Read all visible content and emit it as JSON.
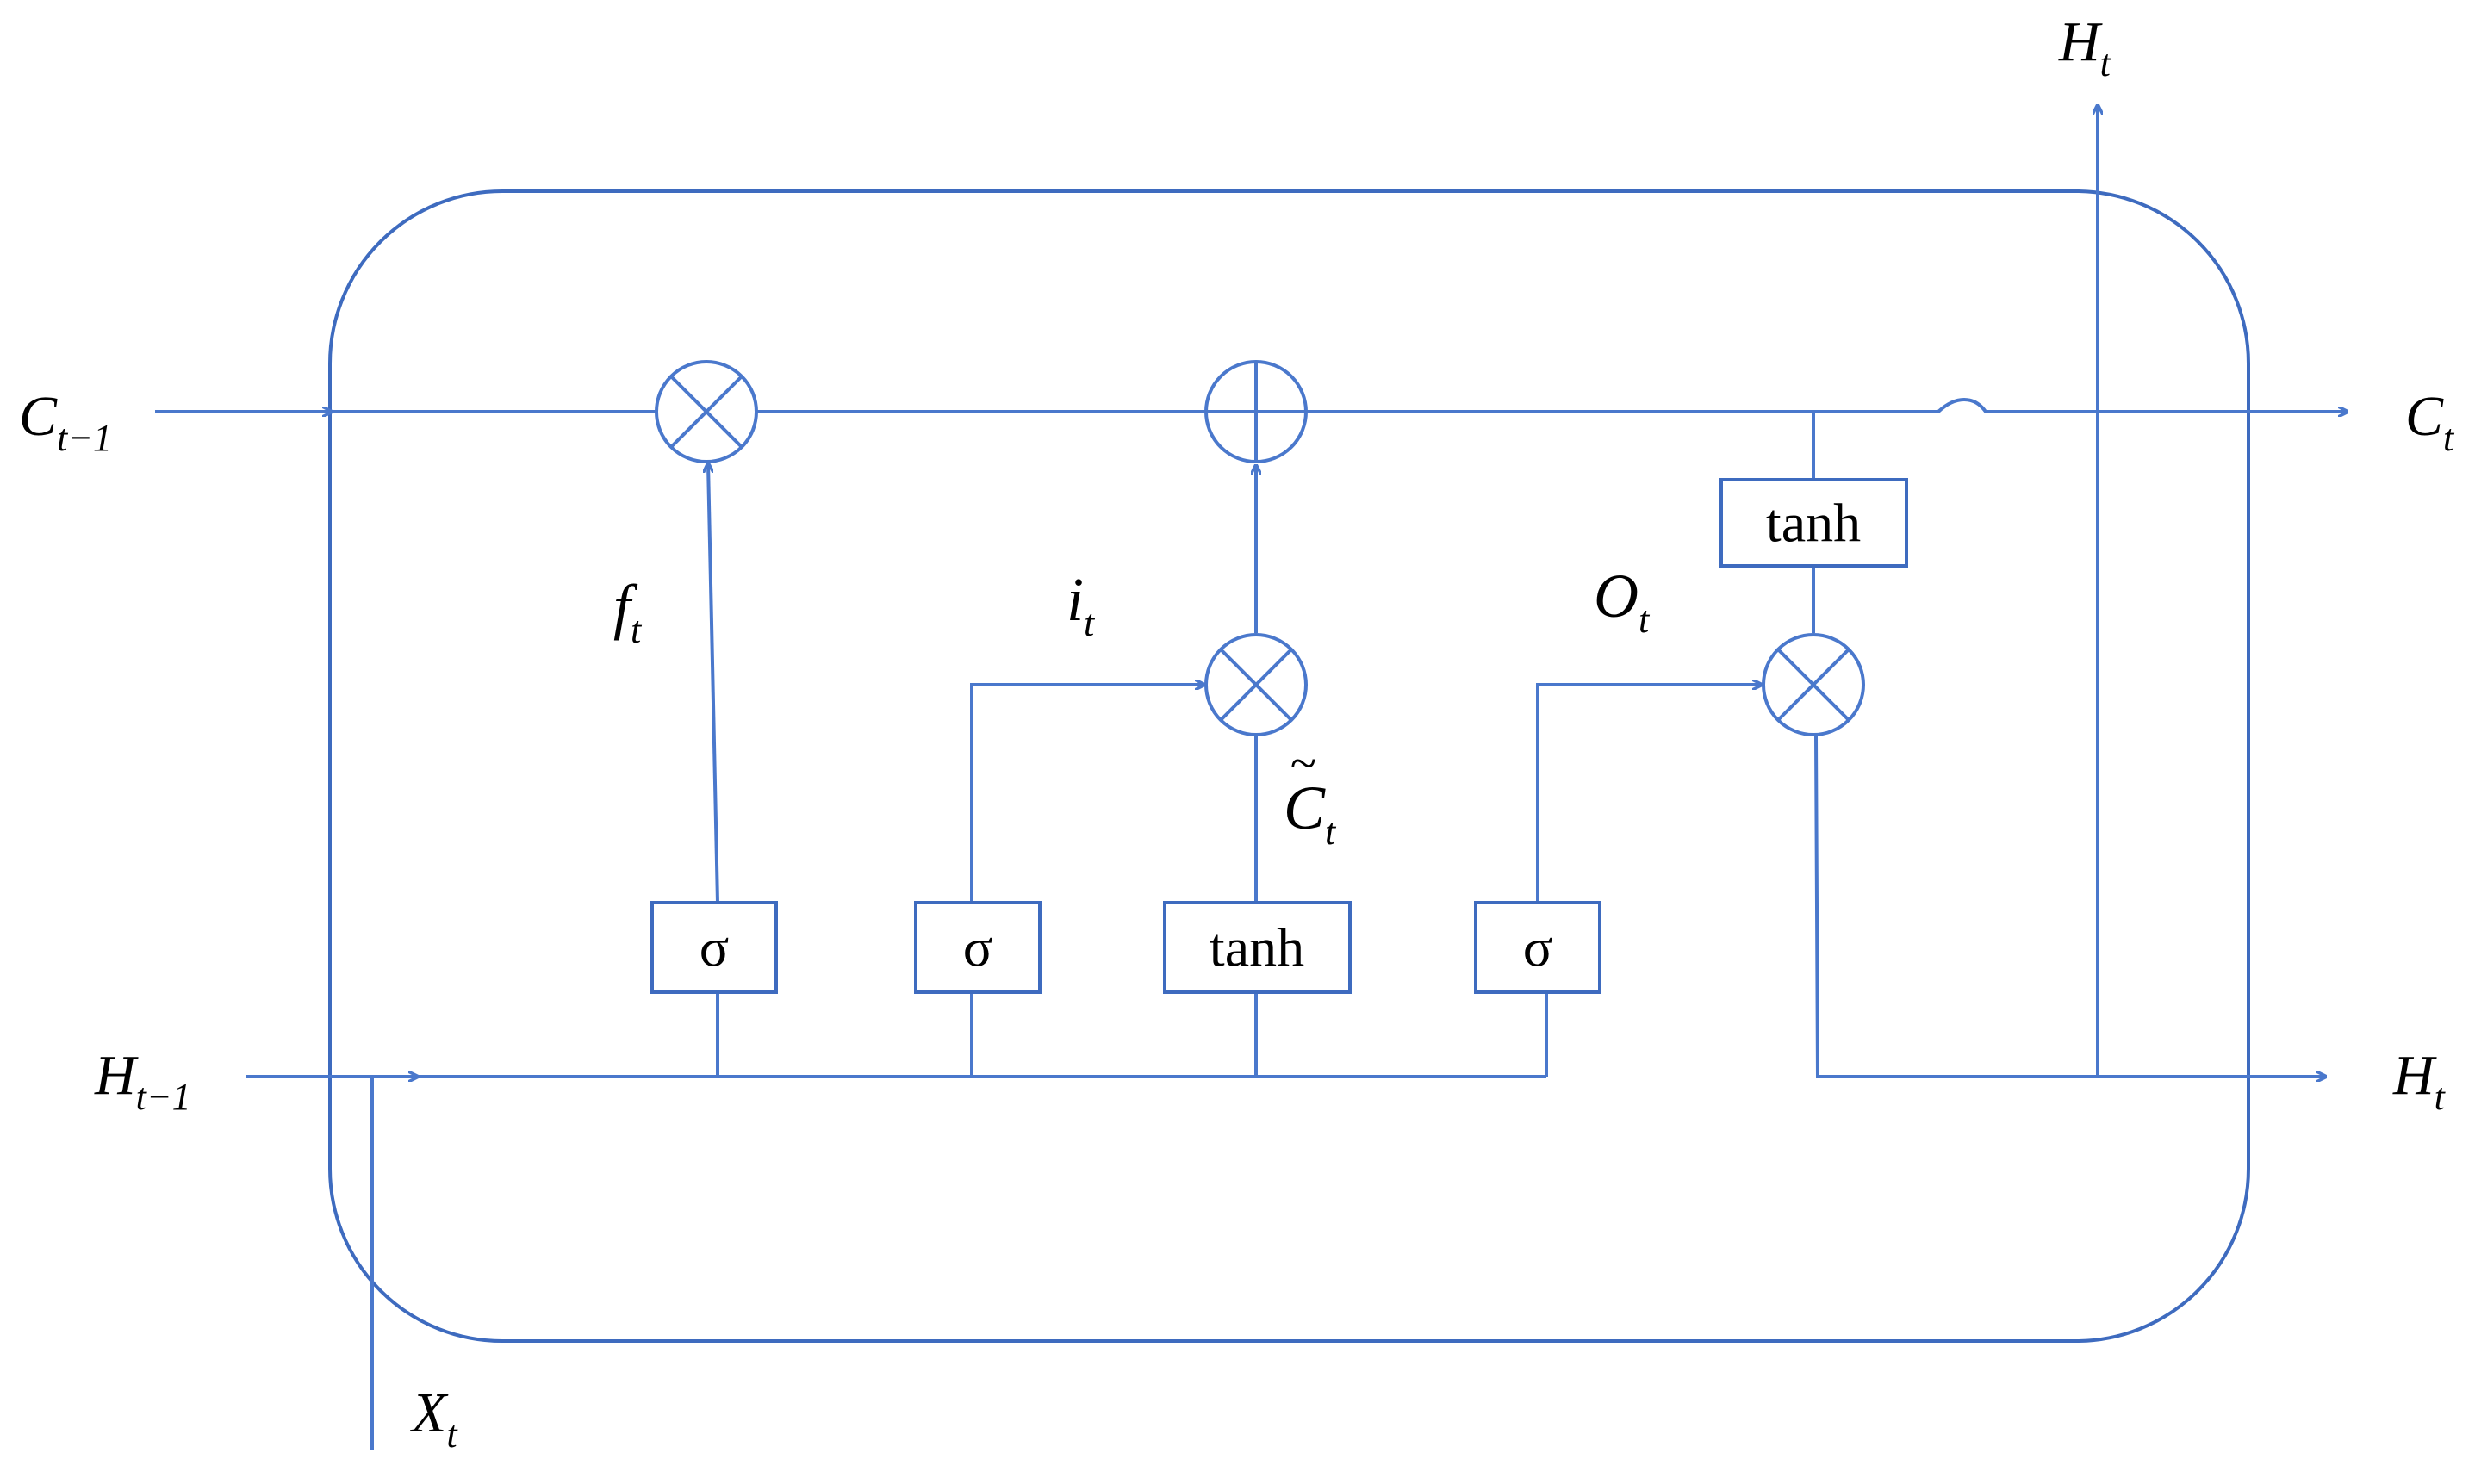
{
  "diagram": {
    "colors": {
      "line": "#4a78cc",
      "frame": "#3e6bbf",
      "text": "#000000"
    },
    "inputs": {
      "prev_cell": {
        "base": "C",
        "sub": "t−1"
      },
      "prev_hidden": {
        "base": "H",
        "sub": "t−1"
      },
      "input": {
        "base": "X",
        "sub": "t"
      }
    },
    "outputs": {
      "cell": {
        "base": "C",
        "sub": "t"
      },
      "hidden_right": {
        "base": "H",
        "sub": "t"
      },
      "hidden_top": {
        "base": "H",
        "sub": "t"
      }
    },
    "gate_labels": {
      "forget": {
        "base": "f",
        "sub": "t"
      },
      "input": {
        "base": "i",
        "sub": "t"
      },
      "candidate": {
        "base": "C",
        "accent": "~",
        "sub": "t"
      },
      "output": {
        "base": "O",
        "sub": "t"
      }
    },
    "activations": {
      "forget_sigma": "σ",
      "input_sigma": "σ",
      "candidate_tanh": "tanh",
      "output_sigma": "σ",
      "cell_tanh": "tanh"
    },
    "operators": {
      "forget_multiply": "multiply",
      "cell_add": "add",
      "input_multiply": "multiply",
      "output_multiply": "multiply"
    }
  }
}
